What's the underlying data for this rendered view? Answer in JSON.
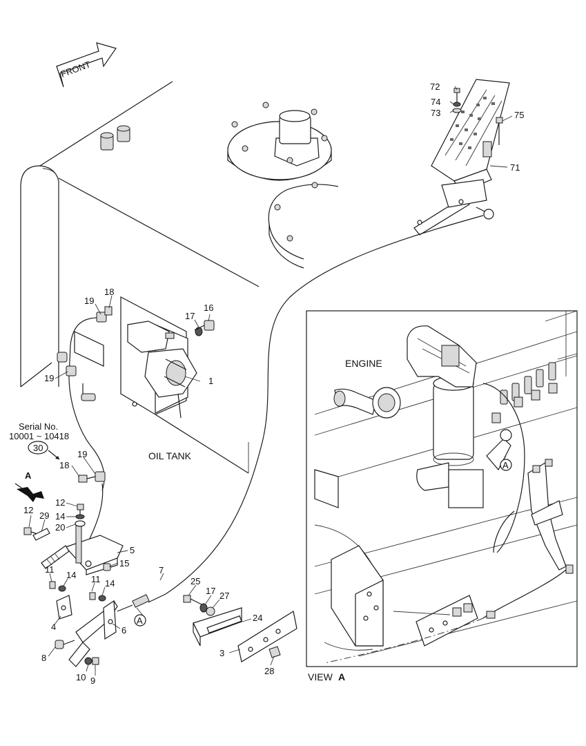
{
  "front_arrow": {
    "label": "FRONT"
  },
  "oil_tank": {
    "label": "OIL TANK"
  },
  "engine": {
    "label": "ENGINE"
  },
  "view": {
    "prefix": "VIEW",
    "letter": "A"
  },
  "serial": {
    "title": "Serial No.",
    "range": "10001 ~ 10418",
    "circled_part": "30"
  },
  "view_markers": {
    "arrow_letter": "A",
    "circle_letter": "A"
  },
  "parts": {
    "p1": "1",
    "p3": "3",
    "p4": "4",
    "p5": "5",
    "p6": "6",
    "p7": "7",
    "p8": "8",
    "p9": "9",
    "p10": "10",
    "p11a": "11",
    "p11b": "11",
    "p12a": "12",
    "p12b": "12",
    "p14a": "14",
    "p14b": "14",
    "p14c": "14",
    "p15": "15",
    "p16": "16",
    "p17a": "17",
    "p17b": "17",
    "p18a": "18",
    "p18b": "18",
    "p19a": "19",
    "p19b": "19",
    "p19c": "19",
    "p20": "20",
    "p24": "24",
    "p25": "25",
    "p27": "27",
    "p28": "28",
    "p29": "29",
    "p71": "71",
    "p72": "72",
    "p73": "73",
    "p74": "74",
    "p75": "75"
  }
}
